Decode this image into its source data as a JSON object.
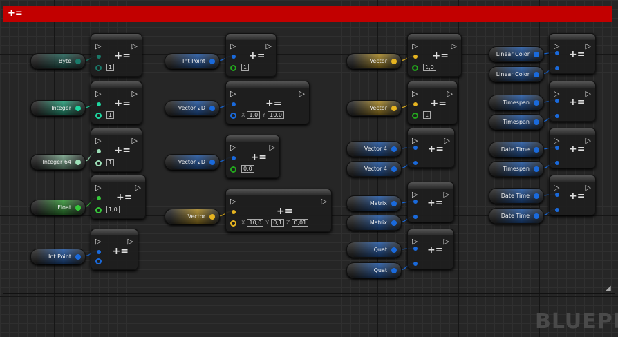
{
  "title": "+=",
  "watermark": "BLUEPRINT",
  "operator": "+=",
  "colors": {
    "byte": "#1a7a6a",
    "int": "#1fd6a0",
    "int64": "#9de0b8",
    "float": "#36c93a",
    "struct": "#1a6adc",
    "vector": "#e6b420",
    "green": "#23a71d"
  },
  "nodes": [
    {
      "inputs": [
        {
          "label": "Byte",
          "type": "byte"
        }
      ],
      "out": "byte",
      "values": [
        {
          "l": "",
          "v": "1"
        }
      ]
    },
    {
      "inputs": [
        {
          "label": "Integer",
          "type": "int"
        }
      ],
      "out": "int",
      "values": [
        {
          "l": "",
          "v": "1"
        }
      ]
    },
    {
      "inputs": [
        {
          "label": "Integer 64",
          "type": "int64"
        }
      ],
      "out": "int64",
      "values": [
        {
          "l": "",
          "v": "1"
        }
      ]
    },
    {
      "inputs": [
        {
          "label": "Float",
          "type": "float"
        }
      ],
      "out": "float",
      "values": [
        {
          "l": "",
          "v": "1,0"
        }
      ]
    },
    {
      "inputs": [
        {
          "label": "Int Point",
          "type": "struct"
        }
      ],
      "out": "struct",
      "values": []
    },
    {
      "inputs": [
        {
          "label": "Int Point",
          "type": "struct"
        }
      ],
      "out": "green",
      "values": [
        {
          "l": "",
          "v": "1"
        }
      ]
    },
    {
      "inputs": [
        {
          "label": "Vector 2D",
          "type": "struct"
        }
      ],
      "out": "struct",
      "values": [
        {
          "l": "X",
          "v": "1,0"
        },
        {
          "l": "Y",
          "v": "10,0"
        }
      ]
    },
    {
      "inputs": [
        {
          "label": "Vector 2D",
          "type": "struct"
        }
      ],
      "out": "green",
      "values": [
        {
          "l": "",
          "v": "0,0"
        }
      ]
    },
    {
      "inputs": [
        {
          "label": "Vector",
          "type": "vector"
        }
      ],
      "out": "vector",
      "values": [
        {
          "l": "X",
          "v": "10,0"
        },
        {
          "l": "Y",
          "v": "0,1"
        },
        {
          "l": "Z",
          "v": "0,01"
        }
      ]
    },
    {
      "inputs": [
        {
          "label": "Vector",
          "type": "vector"
        }
      ],
      "out": "green",
      "values": [
        {
          "l": "",
          "v": "1,0"
        }
      ]
    },
    {
      "inputs": [
        {
          "label": "Vector",
          "type": "vector"
        }
      ],
      "out": "green",
      "values": [
        {
          "l": "",
          "v": "1"
        }
      ]
    },
    {
      "inputs": [
        {
          "label": "Vector 4",
          "type": "struct"
        },
        {
          "label": "Vector 4",
          "type": "struct"
        }
      ],
      "out": null,
      "values": []
    },
    {
      "inputs": [
        {
          "label": "Matrix",
          "type": "struct"
        },
        {
          "label": "Matrix",
          "type": "struct"
        }
      ],
      "out": null,
      "values": []
    },
    {
      "inputs": [
        {
          "label": "Quat",
          "type": "struct"
        },
        {
          "label": "Quat",
          "type": "struct"
        }
      ],
      "out": null,
      "values": []
    },
    {
      "inputs": [
        {
          "label": "Linear Color",
          "type": "struct"
        },
        {
          "label": "Linear Color",
          "type": "struct"
        }
      ],
      "out": null,
      "values": []
    },
    {
      "inputs": [
        {
          "label": "Timespan",
          "type": "struct"
        },
        {
          "label": "Timespan",
          "type": "struct"
        }
      ],
      "out": null,
      "values": []
    },
    {
      "inputs": [
        {
          "label": "Date Time",
          "type": "struct"
        },
        {
          "label": "Timespan",
          "type": "struct"
        }
      ],
      "out": null,
      "values": []
    },
    {
      "inputs": [
        {
          "label": "Date Time",
          "type": "struct"
        },
        {
          "label": "Date Time",
          "type": "struct"
        }
      ],
      "out": null,
      "values": []
    }
  ]
}
